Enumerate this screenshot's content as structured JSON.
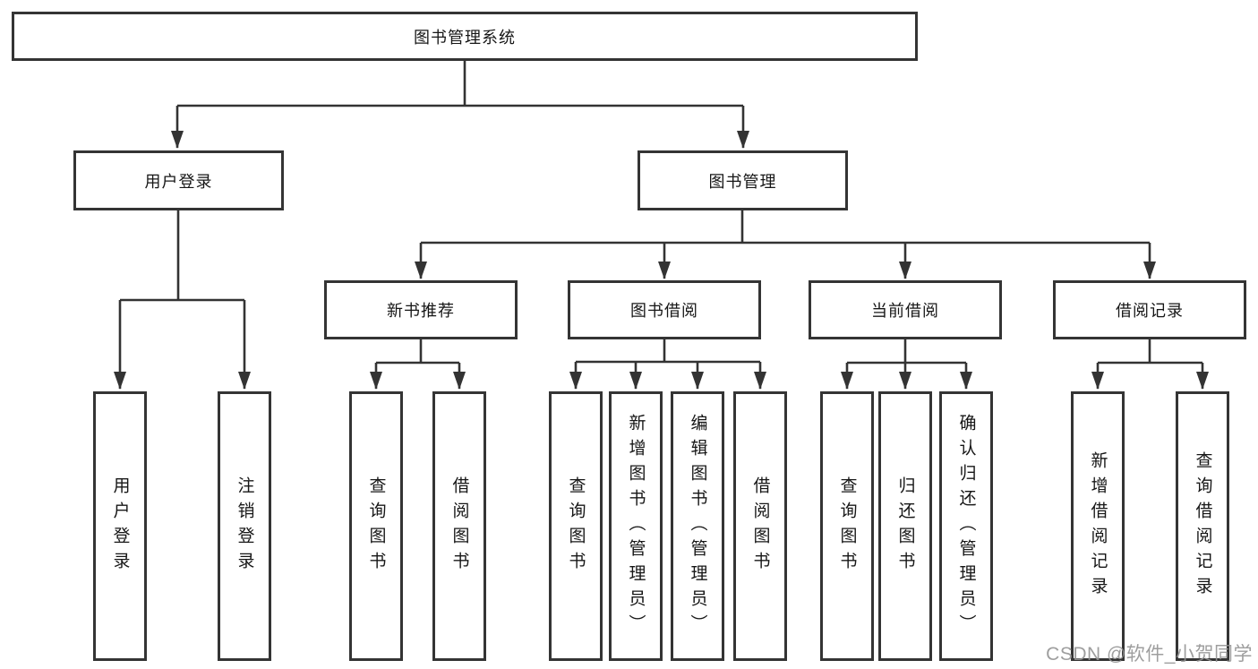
{
  "tree": {
    "root": {
      "label": "图书管理系统",
      "children": [
        {
          "label": "用户登录",
          "children": [
            {
              "label": "用户登录"
            },
            {
              "label": "注销登录"
            }
          ]
        },
        {
          "label": "图书管理",
          "children": [
            {
              "label": "新书推荐",
              "children": [
                {
                  "label": "查询图书"
                },
                {
                  "label": "借阅图书"
                }
              ]
            },
            {
              "label": "图书借阅",
              "children": [
                {
                  "label": "查询图书"
                },
                {
                  "label": "新增图书（管理员）"
                },
                {
                  "label": "编辑图书（管理员）"
                },
                {
                  "label": "借阅图书"
                }
              ]
            },
            {
              "label": "当前借阅",
              "children": [
                {
                  "label": "查询图书"
                },
                {
                  "label": "归还图书"
                },
                {
                  "label": "确认归还（管理员）"
                }
              ]
            },
            {
              "label": "借阅记录",
              "children": [
                {
                  "label": "新增借阅记录"
                },
                {
                  "label": "查询借阅记录"
                }
              ]
            }
          ]
        }
      ]
    }
  },
  "watermark": {
    "text": "CSDN @软件_小贺同学"
  },
  "colors": {
    "line": "#333333",
    "box_border": "#343434",
    "text": "#161616",
    "background": "#ffffff",
    "watermark": "#949494"
  }
}
